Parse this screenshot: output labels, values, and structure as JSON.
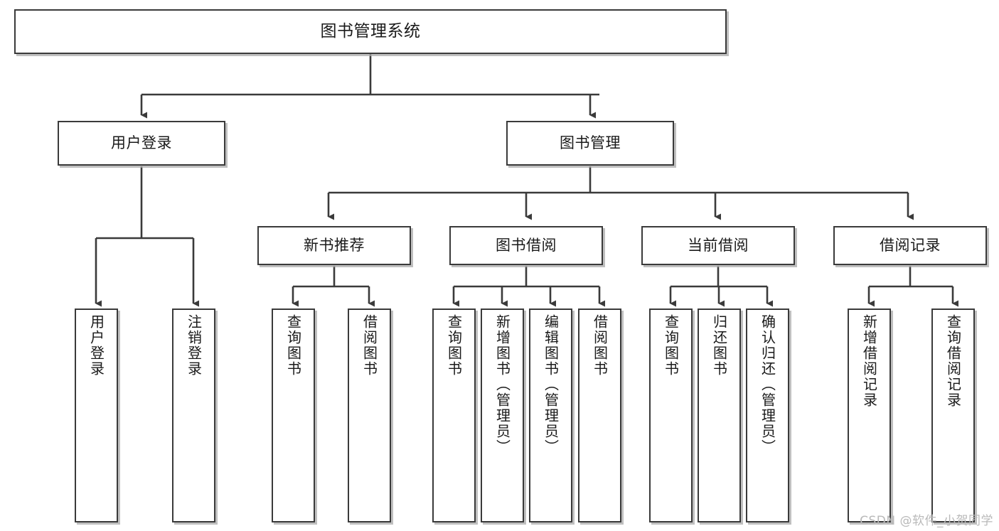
{
  "diagram": {
    "title": "图书管理系统",
    "type": "hierarchy-tree",
    "line_color": "#3a3a3a",
    "box_fill": "#ffffff",
    "shadow_color": "#aaaaaa",
    "text_color": "#1a1a1a",
    "watermark": "CSDN @软件_小贺同学",
    "nodes": {
      "root": {
        "label": "图书管理系统"
      },
      "level1": [
        {
          "label": "用户登录"
        },
        {
          "label": "图书管理"
        }
      ],
      "level2": [
        {
          "label": "新书推荐"
        },
        {
          "label": "图书借阅"
        },
        {
          "label": "当前借阅"
        },
        {
          "label": "借阅记录"
        }
      ],
      "leaves_user_login": [
        {
          "label": "用户登录"
        },
        {
          "label": "注销登录"
        }
      ],
      "leaves_new_book": [
        {
          "label": "查询图书"
        },
        {
          "label": "借阅图书"
        }
      ],
      "leaves_borrow": [
        {
          "label": "查询图书"
        },
        {
          "label": "新增图书（管理员）"
        },
        {
          "label": "编辑图书（管理员）"
        },
        {
          "label": "借阅图书"
        }
      ],
      "leaves_current": [
        {
          "label": "查询图书"
        },
        {
          "label": "归还图书"
        },
        {
          "label": "确认归还（管理员）"
        }
      ],
      "leaves_records": [
        {
          "label": "新增借阅记录"
        },
        {
          "label": "查询借阅记录"
        }
      ]
    }
  }
}
